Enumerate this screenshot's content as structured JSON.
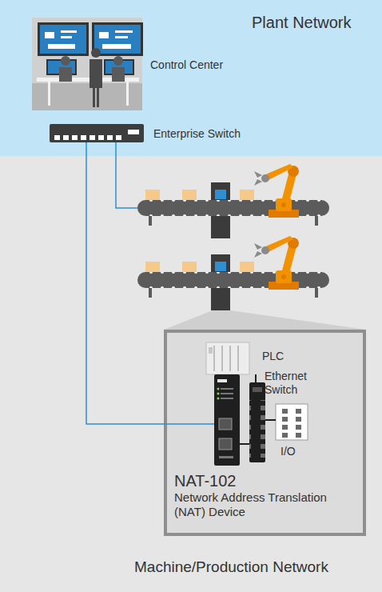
{
  "diagram": {
    "nodes": [
      {
        "text": [
          "Plant Network"
        ]
      },
      {
        "text": [
          "Control Center"
        ],
        "in": 0
      },
      {
        "text": [
          "Enterprise Switch"
        ],
        "in": 0
      },
      {
        "text": [
          "Machine/Production Network"
        ]
      },
      {
        "text": [
          "PLC"
        ],
        "in": 3
      },
      {
        "text": [
          "Ethernet Switch"
        ],
        "in": 3
      },
      {
        "text": [
          "I/O"
        ],
        "in": 3
      },
      {
        "text": [
          "NAT-102",
          "Network Address Translation (NAT) Device"
        ],
        "in": 3
      }
    ],
    "edges": [
      {
        "from": 2,
        "to": 7,
        "arrow": "none"
      },
      {
        "from": 7,
        "to": 5,
        "arrow": "none"
      },
      {
        "from": 5,
        "to": 4,
        "arrow": "none"
      },
      {
        "from": 5,
        "to": 6,
        "arrow": "none"
      }
    ]
  }
}
